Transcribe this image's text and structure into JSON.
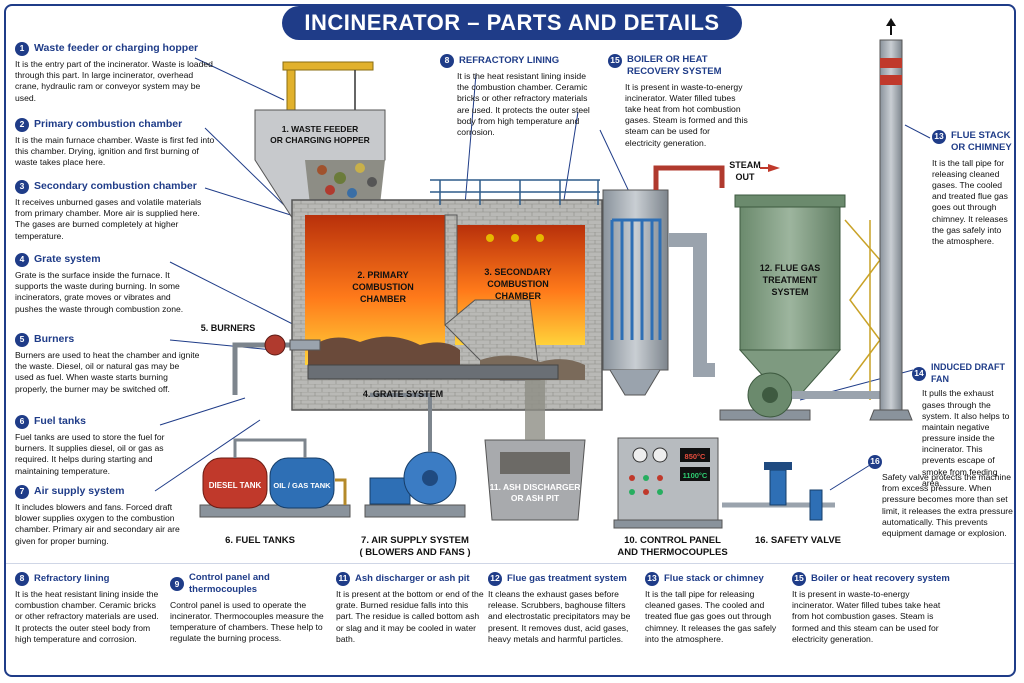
{
  "title": "INCINERATOR – PARTS AND DETAILS",
  "notes": {
    "n1": {
      "num": "1",
      "title": "Waste feeder or charging hopper",
      "text": "It is the entry part of the incinerator. Waste is loaded through this part. In large incinerator, overhead crane, hydraulic ram or conveyor system may be used."
    },
    "n2": {
      "num": "2",
      "title": "Primary combustion chamber",
      "text": "It is the main furnace chamber. Waste is first fed into this chamber. Drying, ignition and first burning of waste takes place here."
    },
    "n3": {
      "num": "3",
      "title": "Secondary combustion chamber",
      "text": "It receives unburned gases and volatile materials from primary chamber. More air is supplied here. The gases are burned completely at higher temperature."
    },
    "n4": {
      "num": "4",
      "title": "Grate system",
      "text": "Grate is the surface inside the furnace. It supports the waste during burning. In some incinerators, grate moves or vibrates and pushes the waste through combustion zone."
    },
    "n5": {
      "num": "5",
      "title": "Burners",
      "text": "Burners are used to heat the chamber and ignite the waste. Diesel, oil or natural gas may be used as fuel. When waste starts burning properly, the burner may be switched off."
    },
    "n6": {
      "num": "6",
      "title": "Fuel tanks",
      "text": "Fuel tanks are used to store the fuel for burners. It supplies diesel, oil or gas as required. It helps during starting and maintaining temperature."
    },
    "n7": {
      "num": "7",
      "title": "Air supply system",
      "text": "It includes blowers and fans. Forced draft blower supplies oxygen to the combustion chamber. Primary air and secondary air are given for proper burning."
    },
    "n8top": {
      "num": "8",
      "title": "REFRACTORY LINING",
      "text": "It is the heat resistant lining inside the combustion chamber. Ceramic bricks or other refractory materials are used. It protects the outer steel body from high temperature and corrosion."
    },
    "n15top": {
      "num": "15",
      "title": "BOILER OR HEAT RECOVERY SYSTEM",
      "text": "It is present in waste-to-energy incinerator. Water filled tubes take heat from hot combustion gases. Steam is formed and this steam can be used for electricity generation."
    },
    "n13top": {
      "num": "13",
      "title": "FLUE STACK OR CHIMNEY",
      "text": "It is the tall pipe for releasing cleaned gases. The cooled and treated flue gas goes out through chimney. It releases the gas safely into the atmosphere."
    },
    "n14": {
      "num": "14",
      "title": "INDUCED DRAFT FAN",
      "text": "It pulls the exhaust gases through the system. It also helps to maintain negative pressure inside the incinerator. This prevents escape of smoke from feeding area."
    },
    "n16": {
      "num": "16",
      "text": "Safety valve protects the machine from excess pressure. When pressure becomes more than set limit, it releases the extra pressure automatically. This prevents equipment damage or explosion."
    }
  },
  "bottom": [
    {
      "num": "8",
      "title": "Refractory lining",
      "text": "It is the heat resistant lining inside the combustion chamber. Ceramic bricks or other refractory materials are used. It protects the outer steel body from high temperature and corrosion."
    },
    {
      "num": "9",
      "title": "Control panel and thermocouples",
      "text": "Control panel is used to operate the incinerator. Thermocouples measure the temperature of chambers. These help to regulate the burning process."
    },
    {
      "num": "11",
      "title": "Ash discharger or ash pit",
      "text": "It is present at the bottom or end of the grate. Burned residue falls into this part. The residue is called bottom ash or slag and it may be cooled in water bath."
    },
    {
      "num": "12",
      "title": "Flue gas treatment system",
      "text": "It cleans the exhaust gases before release. Scrubbers, baghouse filters and electrostatic precipitators may be present. It removes dust, acid gases, heavy metals and harmful particles."
    },
    {
      "num": "13",
      "title": "Flue stack or chimney",
      "text": "It is the tall pipe for releasing cleaned gases. The cooled and treated flue gas goes out through chimney. It releases the gas safely into the atmosphere."
    },
    {
      "num": "15",
      "title": "Boiler or heat recovery system",
      "text": "It is present in waste-to-energy incinerator. Water filled tubes take heat from hot combustion gases. Steam is formed and this steam can be used for electricity generation."
    }
  ],
  "labels": {
    "hopper_a": "1. WASTE FEEDER",
    "hopper_b": "OR CHARGING HOPPER",
    "primary_a": "2. PRIMARY",
    "primary_b": "COMBUSTION",
    "primary_c": "CHAMBER",
    "secondary_a": "3. SECONDARY",
    "secondary_b": "COMBUSTION",
    "secondary_c": "CHAMBER",
    "grate": "4. GRATE SYSTEM",
    "burners": "5. BURNERS",
    "diesel": "DIESEL TANK",
    "oilgas": "OIL / GAS TANK",
    "ash_a": "11. ASH DISCHARGER",
    "ash_b": "OR ASH PIT",
    "fgt_a": "12. FLUE GAS",
    "fgt_b": "TREATMENT",
    "fgt_c": "SYSTEM",
    "steam_a": "STEAM",
    "steam_b": "OUT",
    "temp1": "850°C",
    "temp2": "1100°C",
    "fuel_tanks": "6. FUEL TANKS",
    "air_a": "7. AIR SUPPLY SYSTEM",
    "air_b": "( BLOWERS AND FANS )",
    "ctrl_a": "10. CONTROL PANEL",
    "ctrl_b": "AND THERMOCOUPLES",
    "safety": "16. SAFETY VALVE"
  },
  "colors": {
    "accent": "#1f3c88",
    "fire": "#ff7a1a",
    "steel": "#9aa3ad",
    "green": "#7e9a80",
    "diesel": "#c0392b",
    "gas": "#2e6fb5"
  }
}
